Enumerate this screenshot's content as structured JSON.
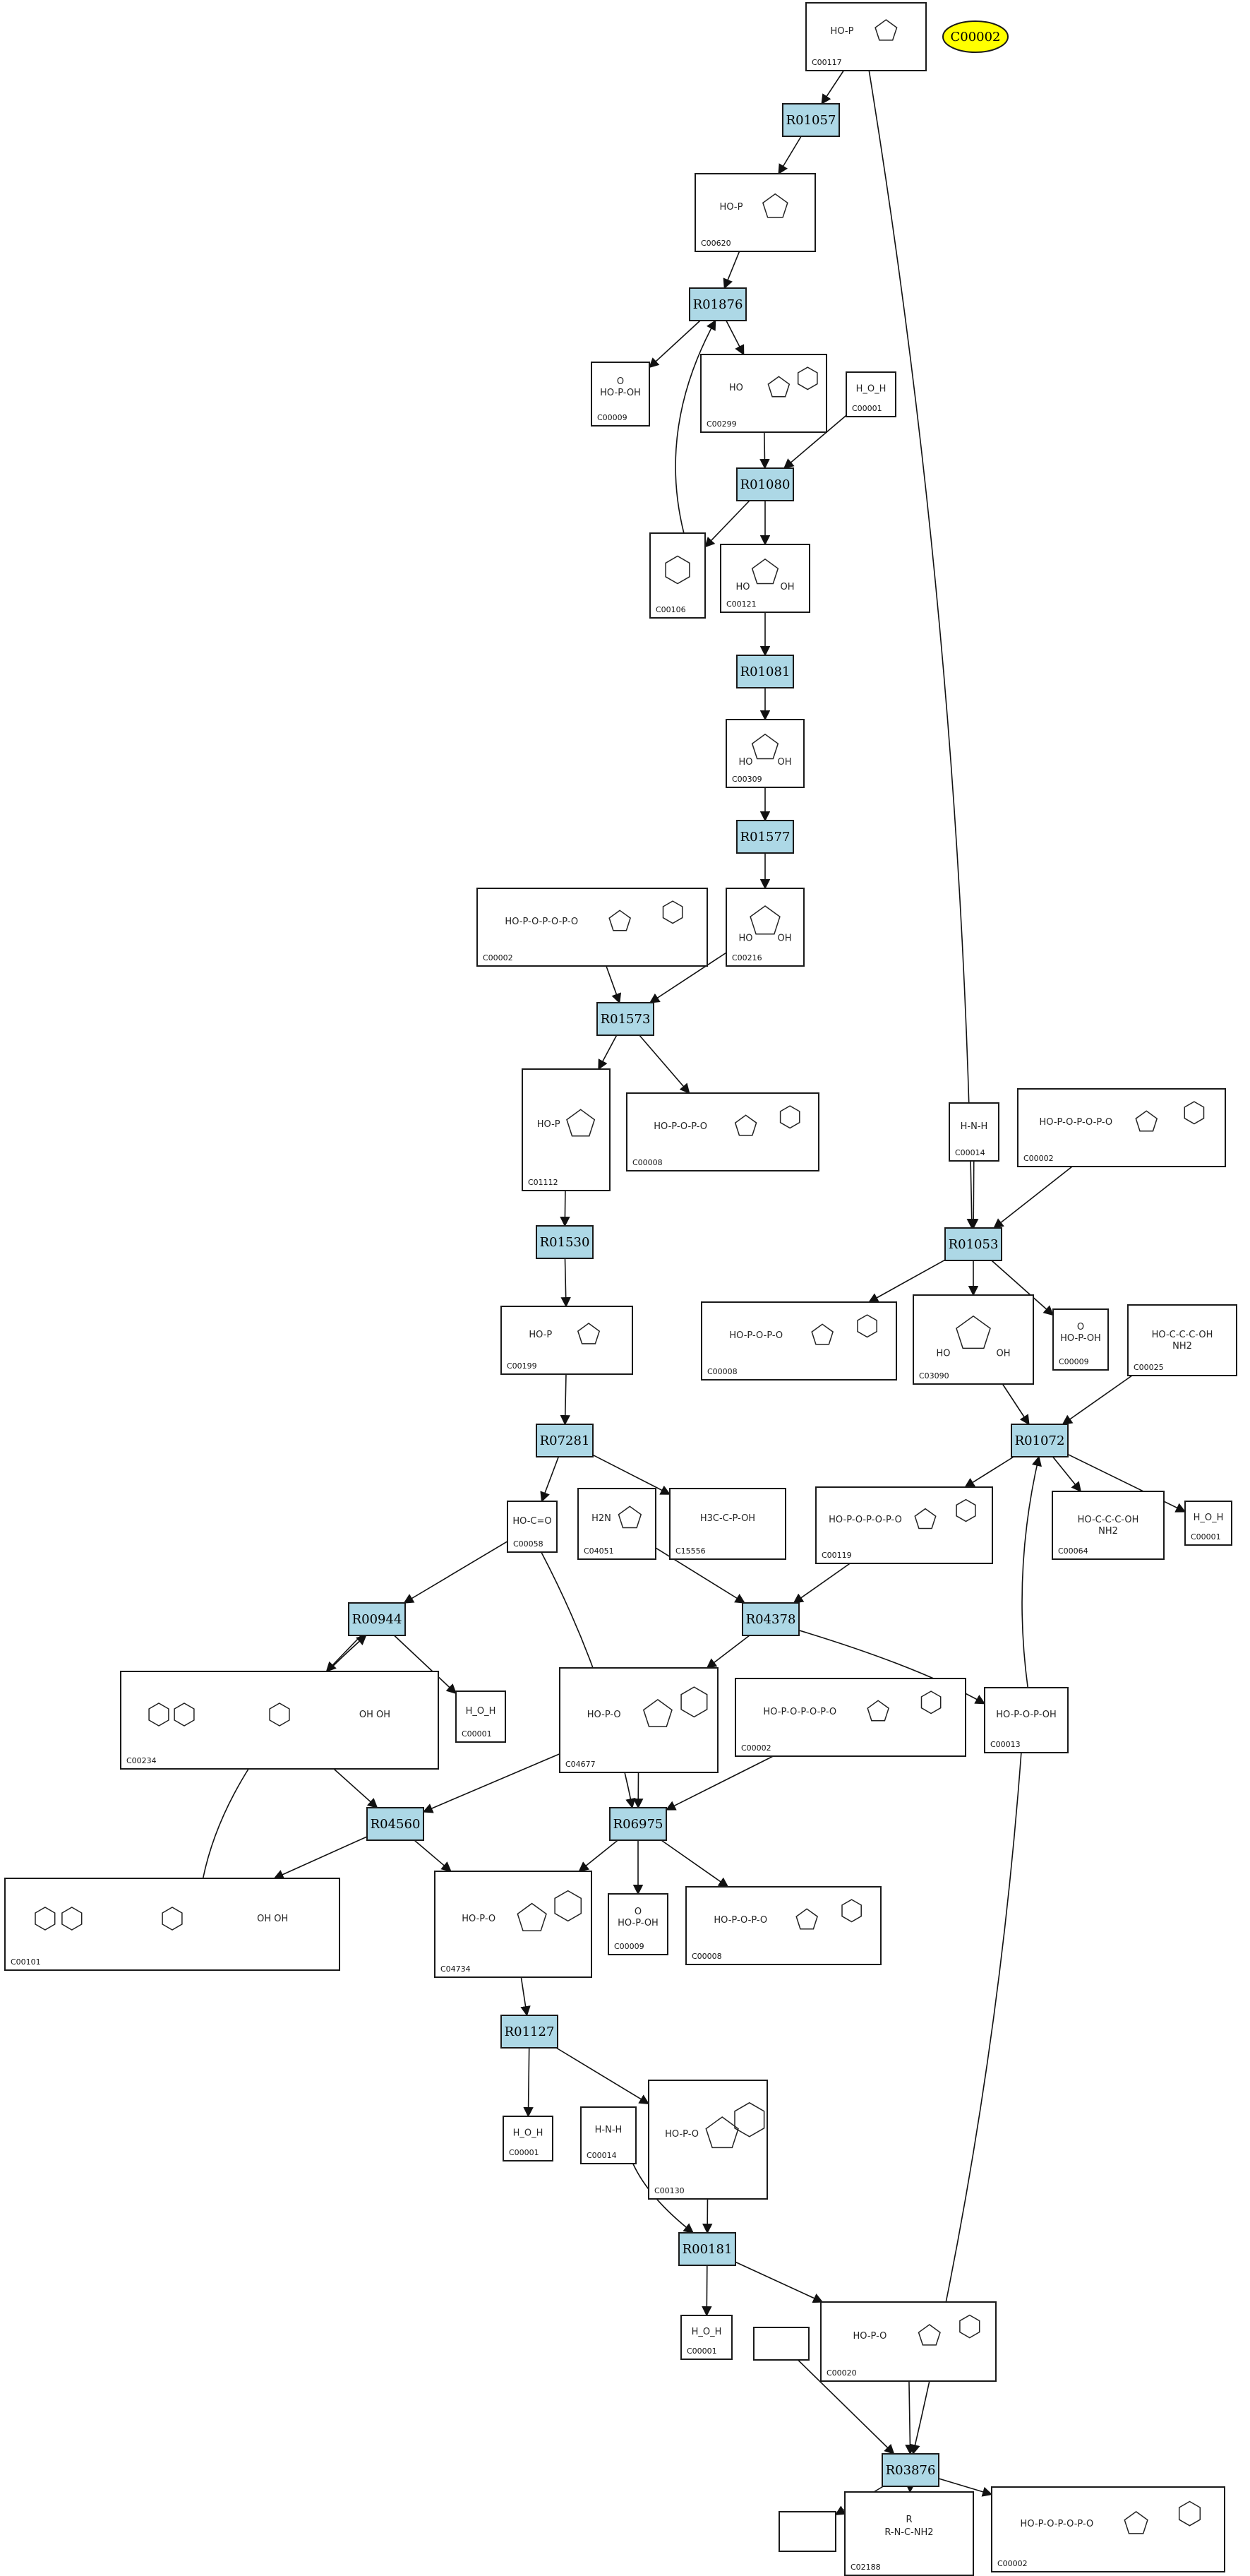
{
  "legend": {
    "label": "C00002",
    "color": "#ffff00"
  },
  "colors": {
    "reaction_fill": "#add8e6",
    "compound_fill": "#ffffff",
    "edge": "#111111"
  },
  "reactions": [
    {
      "id": "r1",
      "label": "R01057"
    },
    {
      "id": "r2",
      "label": "R01876"
    },
    {
      "id": "r3",
      "label": "R01080"
    },
    {
      "id": "r4",
      "label": "R01081"
    },
    {
      "id": "r5",
      "label": "R01577"
    },
    {
      "id": "r6",
      "label": "R01573"
    },
    {
      "id": "r7",
      "label": "R01530"
    },
    {
      "id": "r8",
      "label": "R07281"
    },
    {
      "id": "r9",
      "label": "R01053"
    },
    {
      "id": "r10",
      "label": "R01072"
    },
    {
      "id": "r11",
      "label": "R00944"
    },
    {
      "id": "r12",
      "label": "R04378"
    },
    {
      "id": "r13",
      "label": "R04560"
    },
    {
      "id": "r14",
      "label": "R06975"
    },
    {
      "id": "r15",
      "label": "R01127"
    },
    {
      "id": "r16",
      "label": "R00181"
    },
    {
      "id": "r17",
      "label": "R03876"
    }
  ],
  "compounds": [
    {
      "id": "c1",
      "label": "C00117",
      "mol": "sugar-phosphate"
    },
    {
      "id": "c2",
      "label": "C00620",
      "mol": "sugar-phosphate"
    },
    {
      "id": "c3",
      "label": "C00009",
      "mol": "phosphate"
    },
    {
      "id": "c4",
      "label": "C00299",
      "mol": "nucleoside"
    },
    {
      "id": "c5",
      "label": "C00001",
      "mol": "water"
    },
    {
      "id": "c6",
      "label": "C00106",
      "mol": "base"
    },
    {
      "id": "c7",
      "label": "C00121",
      "mol": "sugar"
    },
    {
      "id": "c8",
      "label": "C00309",
      "mol": "sugar"
    },
    {
      "id": "c9",
      "label": "C00002",
      "mol": "nucleotide-triphosphate"
    },
    {
      "id": "c10",
      "label": "C00216",
      "mol": "sugar"
    },
    {
      "id": "c11",
      "label": "C01112",
      "mol": "sugar-phosphate"
    },
    {
      "id": "c12",
      "label": "C00008",
      "mol": "nucleotide-diphosphate"
    },
    {
      "id": "c13",
      "label": "C00014",
      "mol": "ammonia"
    },
    {
      "id": "c14",
      "label": "C00002",
      "mol": "nucleotide-triphosphate"
    },
    {
      "id": "c15",
      "label": "C00199",
      "mol": "sugar-phosphate"
    },
    {
      "id": "c16",
      "label": "C00008",
      "mol": "nucleotide-diphosphate"
    },
    {
      "id": "c17",
      "label": "C03090",
      "mol": "sugar-amine"
    },
    {
      "id": "c18",
      "label": "C00009",
      "mol": "phosphate"
    },
    {
      "id": "c19",
      "label": "C00025",
      "mol": "amino-acid"
    },
    {
      "id": "c20",
      "label": "C00058",
      "mol": "formate"
    },
    {
      "id": "c21",
      "label": "C04051",
      "mol": "imidazole"
    },
    {
      "id": "c22",
      "label": "C15556",
      "mol": "small-phosphate"
    },
    {
      "id": "c23",
      "label": "C00119",
      "mol": "nucleotide-triphosphate"
    },
    {
      "id": "c24",
      "label": "C00064",
      "mol": "amino-acid"
    },
    {
      "id": "c25",
      "label": "C00001",
      "mol": "water"
    },
    {
      "id": "c26",
      "label": "C00234",
      "mol": "folate"
    },
    {
      "id": "c27",
      "label": "C00001",
      "mol": "water"
    },
    {
      "id": "c28",
      "label": "C04677",
      "mol": "nucleotide"
    },
    {
      "id": "c29",
      "label": "C00002",
      "mol": "nucleotide-triphosphate"
    },
    {
      "id": "c30",
      "label": "C00013",
      "mol": "diphosphate"
    },
    {
      "id": "c31",
      "label": "C00101",
      "mol": "folate"
    },
    {
      "id": "c32",
      "label": "C04734",
      "mol": "nucleotide"
    },
    {
      "id": "c33",
      "label": "C00009",
      "mol": "phosphate"
    },
    {
      "id": "c34",
      "label": "C00008",
      "mol": "nucleotide-diphosphate"
    },
    {
      "id": "c35",
      "label": "C00001",
      "mol": "water"
    },
    {
      "id": "c36",
      "label": "C00014",
      "mol": "ammonia"
    },
    {
      "id": "c37",
      "label": "C00130",
      "mol": "nucleotide"
    },
    {
      "id": "c38",
      "label": "C00001",
      "mol": "water"
    },
    {
      "id": "c39",
      "label": "C00020",
      "mol": "nucleotide"
    },
    {
      "id": "c40",
      "label": "",
      "mol": "none"
    },
    {
      "id": "c41",
      "label": "",
      "mol": "none"
    },
    {
      "id": "c42",
      "label": "C02188",
      "mol": "peptide"
    },
    {
      "id": "c43",
      "label": "C00002",
      "mol": "nucleotide-triphosphate"
    }
  ]
}
